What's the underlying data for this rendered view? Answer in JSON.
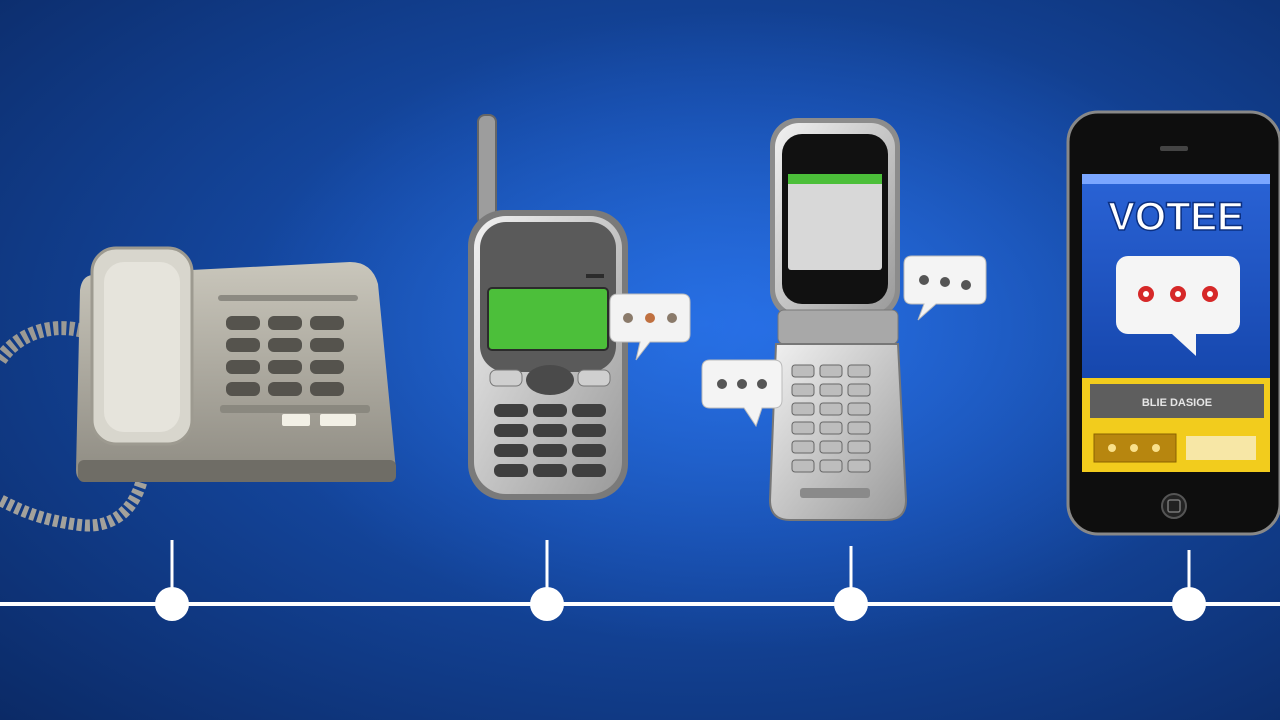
{
  "scene": {
    "background_colors": [
      "#0b2a66",
      "#1549a3",
      "#1f63c9"
    ],
    "timeline_color": "#ffffff"
  },
  "devices": [
    {
      "name": "desk-telephone",
      "icon": "desk-phone-icon"
    },
    {
      "name": "brick-mobile-phone",
      "icon": "cell-phone-icon"
    },
    {
      "name": "flip-phone",
      "icon": "flip-phone-icon"
    },
    {
      "name": "smartphone",
      "icon": "smartphone-icon"
    }
  ],
  "smartphone_screen": {
    "headline": "VOTEE",
    "button_text": "BLIE DASIOE"
  },
  "timeline": {
    "milestones": 4
  }
}
